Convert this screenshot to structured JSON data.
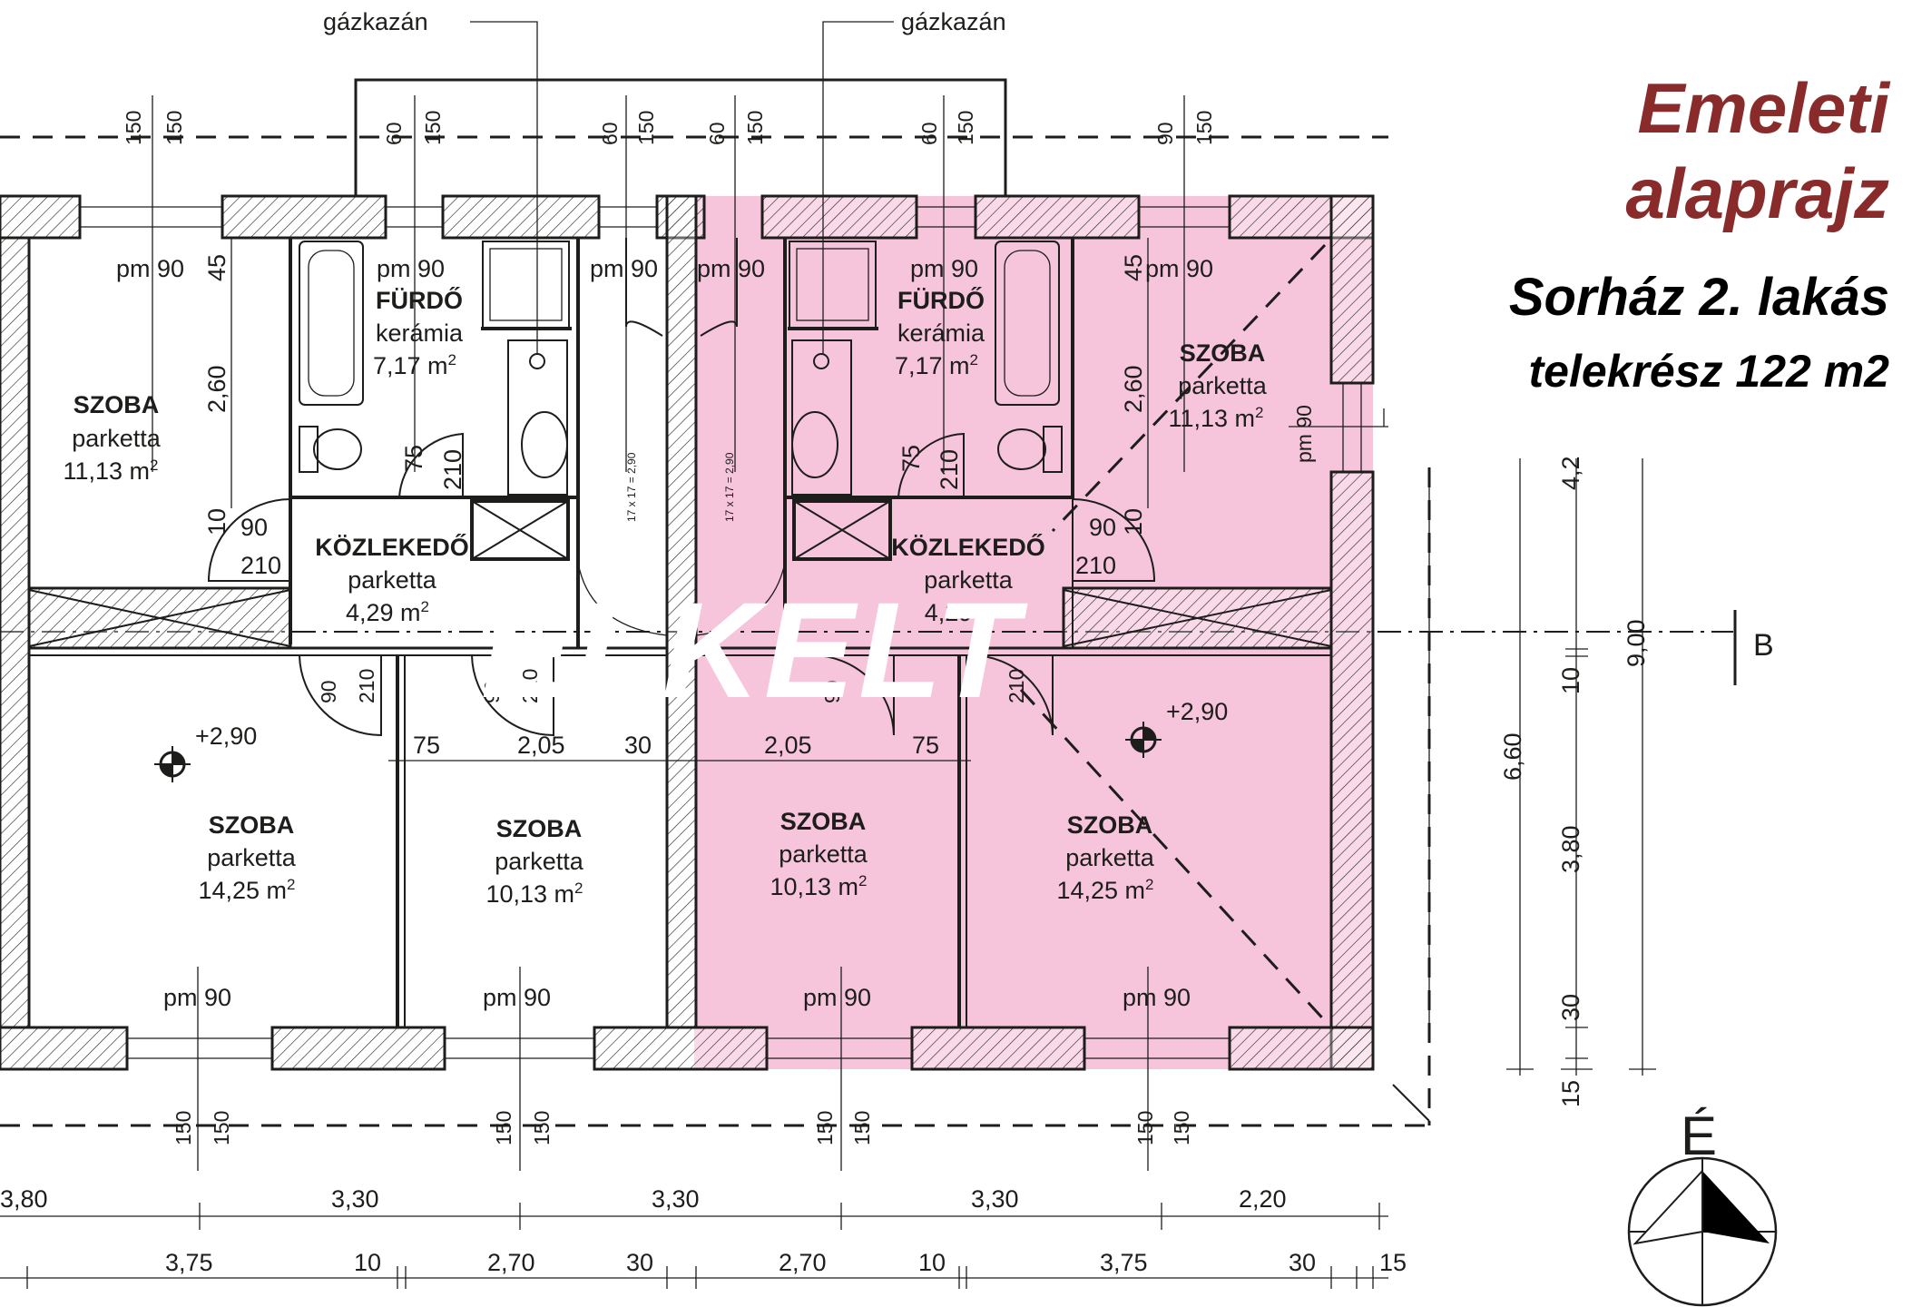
{
  "title": {
    "line1": "Emeleti",
    "line2": "alaprajz",
    "line3": "Sorház 2. lakás",
    "line4": "telekrész 122 m2"
  },
  "stamp": "ELKELT",
  "highlight_color": "#f5b7d2",
  "title_color": "#8a2b2b",
  "labels": {
    "gaz_left": "gázkazán",
    "gaz_right": "gázkazán",
    "section": "B",
    "north": "É"
  },
  "rooms": {
    "szoba_tl": {
      "name": "SZOBA",
      "floor": "parketta",
      "area": "11,13 m",
      "sup": "2",
      "pm": "pm 90"
    },
    "furdo_l": {
      "name": "FÜRDŐ",
      "floor": "kerámia",
      "area": "7,17 m",
      "sup": "2",
      "pm": "pm 90"
    },
    "stair_pm_l": "pm 90",
    "stair_pm_r": "pm 90",
    "furdo_r": {
      "name": "FÜRDŐ",
      "floor": "kerámia",
      "area": "7,17 m",
      "sup": "2",
      "pm": "pm 90"
    },
    "szoba_tr": {
      "name": "SZOBA",
      "floor": "parketta",
      "area": "11,13 m",
      "sup": "2",
      "pm": "pm 90",
      "pm_side": "pm 90"
    },
    "kozl_l": {
      "name": "KÖZLEKEDŐ",
      "floor": "parketta",
      "area": "4,29 m",
      "sup": "2"
    },
    "kozl_r": {
      "name": "KÖZLEKEDŐ",
      "floor": "parketta",
      "area": "4,29"
    },
    "szoba_bl": {
      "name": "SZOBA",
      "floor": "parketta",
      "area": "14,25 m",
      "sup": "2",
      "pm": "pm 90",
      "level": "+2,90"
    },
    "szoba_bm": {
      "name": "SZOBA",
      "floor": "parketta",
      "area": "10,13 m",
      "sup": "2",
      "pm": "pm 90"
    },
    "szoba_bc": {
      "name": "SZOBA",
      "floor": "parketta",
      "area": "10,13 m",
      "sup": "2",
      "pm": "pm 90"
    },
    "szoba_br": {
      "name": "SZOBA",
      "floor": "parketta",
      "area": "14,25 m",
      "sup": "2",
      "pm": "pm 90",
      "level": "+2,90"
    }
  },
  "stairs_note": "17 x 17 = 2,90",
  "top_dims": [
    "150",
    "150",
    "60",
    "150",
    "60",
    "150",
    "60",
    "150",
    "60",
    "150",
    "90",
    "150"
  ],
  "bottom_opening_dims": [
    "150",
    "150",
    "150",
    "150",
    "150",
    "150",
    "150",
    "150"
  ],
  "door_dims": {
    "d1": "90",
    "d1h": "210",
    "d2": "75",
    "d2h": "210",
    "d3": "75",
    "d3h": "210",
    "d4": "90",
    "d4h": "210",
    "d5": "90",
    "d5h": "210",
    "d6": "90",
    "d6h": "210",
    "d7": "90",
    "d7h": "210"
  },
  "inner_dims": {
    "h45_l": "45",
    "h260_l": "2,60",
    "h10_l": "10",
    "h45_r": "45",
    "h260_r": "2,60",
    "h10_r": "10",
    "row": [
      "75",
      "2,05",
      "30",
      "2,05",
      "75"
    ]
  },
  "side_dims": [
    "4,2",
    "10",
    "9,00",
    "6,60",
    "3,80",
    "30",
    "15"
  ],
  "dim_row1": [
    "3,80",
    "3,30",
    "3,30",
    "3,30",
    "2,20"
  ],
  "dim_row2": [
    "3,75",
    "10",
    "2,70",
    "30",
    "2,70",
    "10",
    "3,75",
    "30",
    "15"
  ]
}
